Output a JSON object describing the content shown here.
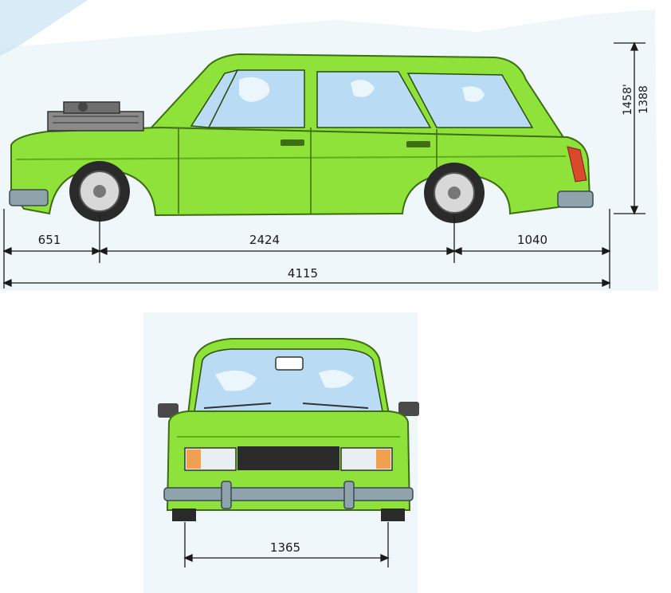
{
  "side_view": {
    "dimensions": {
      "front_overhang": "651",
      "wheelbase": "2424",
      "rear_overhang": "1040",
      "overall_length": "4115",
      "height_loaded": "1458'",
      "height": "1388"
    }
  },
  "front_view": {
    "dimensions": {
      "track_width": "1365"
    }
  },
  "colors": {
    "body": "#8ee23a",
    "body_dark": "#5fae1c",
    "glass": "#b9dcf4",
    "sky": "#d8ecf8",
    "bumper": "#8fa3ad",
    "tire": "#2a2a2a"
  }
}
